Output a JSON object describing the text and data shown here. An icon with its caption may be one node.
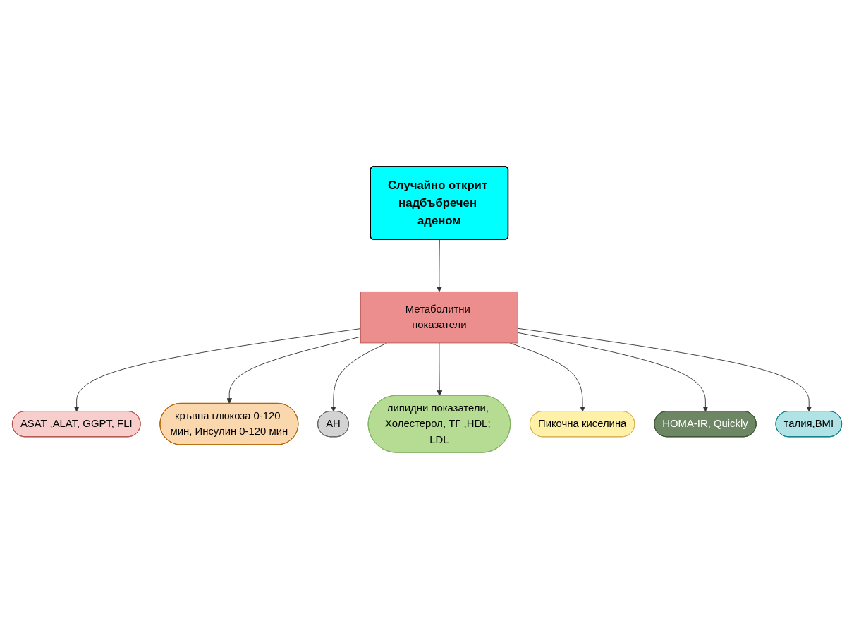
{
  "diagram": {
    "nodes": [
      {
        "text": [
          "Случайно открит надбъбречен аденом"
        ]
      },
      {
        "text": [
          "Метаболитни показатели"
        ]
      },
      {
        "text": [
          "ASAT ,ALAT, GGPT, FLI"
        ]
      },
      {
        "text": [
          "кръвна глюкоза 0-120 мин, Инсулин 0-120 мин"
        ]
      },
      {
        "text": [
          "АН"
        ]
      },
      {
        "text": [
          "липидни показатели, Холестерол, ТГ ,HDL; LDL"
        ]
      },
      {
        "text": [
          "Пикочна киселина"
        ]
      },
      {
        "text": [
          "HOMA-IR, Quickly"
        ]
      },
      {
        "text": [
          "талия,BMI"
        ]
      }
    ],
    "edges": [
      {
        "from": 0,
        "to": 1,
        "arrow": "to"
      },
      {
        "from": 1,
        "to": 2,
        "arrow": "to"
      },
      {
        "from": 1,
        "to": 3,
        "arrow": "to"
      },
      {
        "from": 1,
        "to": 4,
        "arrow": "to"
      },
      {
        "from": 1,
        "to": 5,
        "arrow": "to"
      },
      {
        "from": 1,
        "to": 6,
        "arrow": "to"
      },
      {
        "from": 1,
        "to": 7,
        "arrow": "to"
      },
      {
        "from": 1,
        "to": 8,
        "arrow": "to"
      }
    ]
  }
}
